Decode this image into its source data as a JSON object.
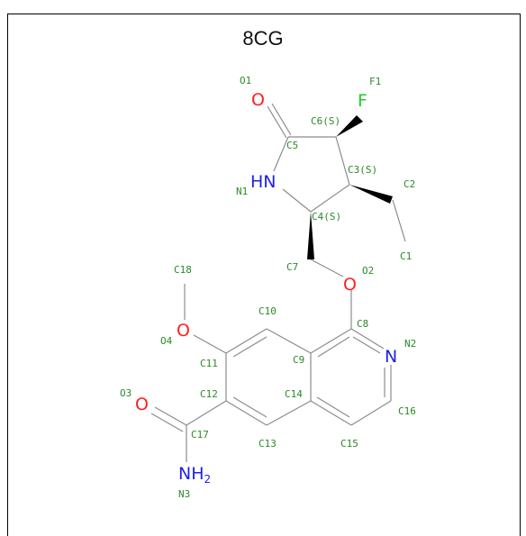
{
  "title": "8CG",
  "colors": {
    "bond": "#8c8c8c",
    "label": "#2a8a2a",
    "oxygen": "#ff2020",
    "nitrogen": "#1e22e6",
    "fluorine": "#22cc22",
    "wedge": "#000000"
  },
  "atoms": {
    "o1": "O",
    "f1": "F",
    "n1": "HN",
    "o2": "O",
    "o4": "O",
    "n2": "N",
    "o3": "O",
    "n3_main": "NH",
    "n3_sub": "2"
  },
  "labels": {
    "O1": "O1",
    "F1": "F1",
    "C6": "C6(S)",
    "C5": "C5",
    "C3": "C3(S)",
    "C2": "C2",
    "N1": "N1",
    "C4": "C4(S)",
    "C1": "C1",
    "C7": "C7",
    "O2": "O2",
    "C18": "C18",
    "C10": "C10",
    "C8": "C8",
    "O4": "O4",
    "N2": "N2",
    "C11": "C11",
    "C9": "C9",
    "O3": "O3",
    "C12": "C12",
    "C14": "C14",
    "C16": "C16",
    "C17": "C17",
    "C13": "C13",
    "C15": "C15",
    "N3": "N3"
  }
}
